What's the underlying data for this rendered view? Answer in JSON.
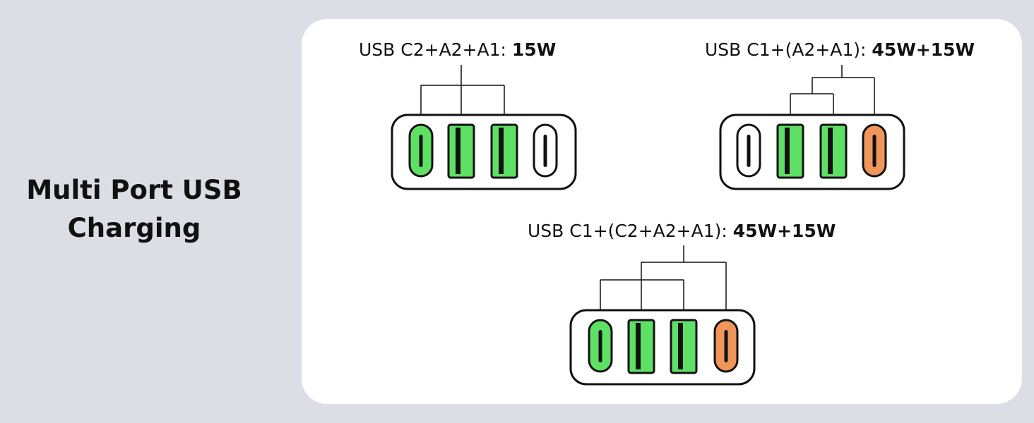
{
  "heading": {
    "line1": "Multi Port USB",
    "line2": "Charging"
  },
  "colors": {
    "background": "#dcdde5",
    "panel": "#ffffff",
    "port_active_low": "#5ee065",
    "port_active_high": "#f0965a",
    "port_inactive": "#ffffff",
    "outline": "#111111"
  },
  "configs": [
    {
      "label": "USB C2+A2+A1: ",
      "power": "15W",
      "ports": [
        {
          "type": "usb-c",
          "state": "low"
        },
        {
          "type": "usb-a",
          "state": "low"
        },
        {
          "type": "usb-a",
          "state": "low"
        },
        {
          "type": "usb-c",
          "state": "off"
        }
      ]
    },
    {
      "label": "USB C1+(A2+A1): ",
      "power": "45W+15W",
      "ports": [
        {
          "type": "usb-c",
          "state": "off"
        },
        {
          "type": "usb-a",
          "state": "low"
        },
        {
          "type": "usb-a",
          "state": "low"
        },
        {
          "type": "usb-c",
          "state": "high"
        }
      ]
    },
    {
      "label": "USB C1+(C2+A2+A1): ",
      "power": "45W+15W",
      "ports": [
        {
          "type": "usb-c",
          "state": "low"
        },
        {
          "type": "usb-a",
          "state": "low"
        },
        {
          "type": "usb-a",
          "state": "low"
        },
        {
          "type": "usb-c",
          "state": "high"
        }
      ]
    }
  ]
}
